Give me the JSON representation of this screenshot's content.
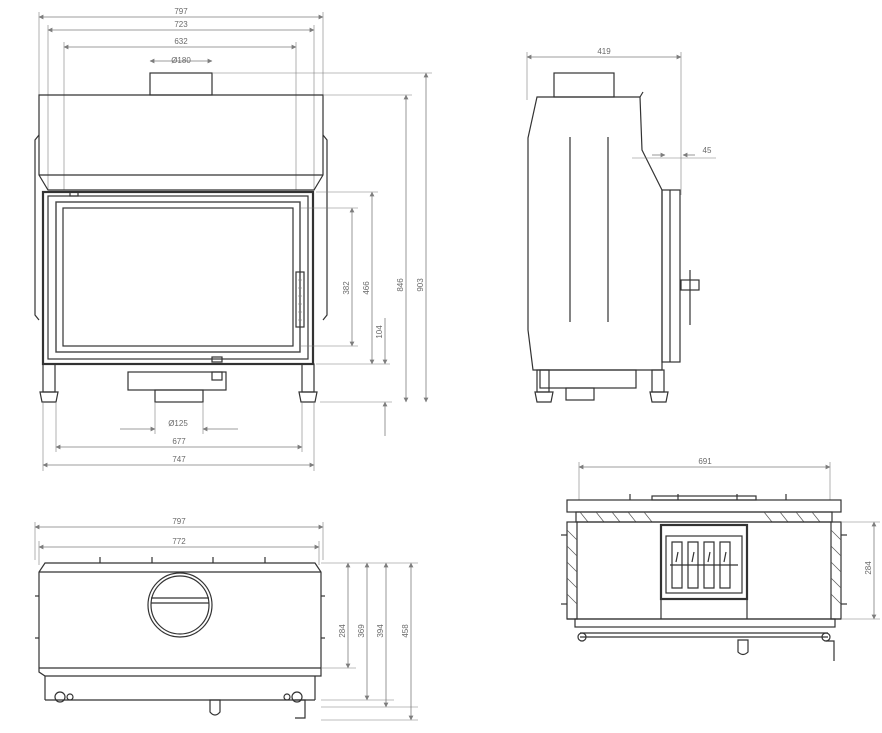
{
  "front_view": {
    "overall_width": "797",
    "frame_width": "723",
    "inner_width": "632",
    "flue_diameter": "Ø180",
    "air_inlet_diameter": "Ø125",
    "bottom_width_a": "677",
    "bottom_width_b": "747",
    "glass_height": "382",
    "door_height": "466",
    "base_height": "104",
    "body_height": "846",
    "total_height": "903"
  },
  "side_view": {
    "depth": "419",
    "angle_offset": "45"
  },
  "top_view": {
    "overall_width": "797",
    "inner_width": "772",
    "depth_a": "284",
    "depth_b": "369",
    "depth_c": "394",
    "depth_d": "458"
  },
  "section_view": {
    "width": "691",
    "height": "284"
  },
  "colors": {
    "line": "#333333",
    "dimension": "#7d7d7d",
    "label": "#6a6a6a"
  }
}
